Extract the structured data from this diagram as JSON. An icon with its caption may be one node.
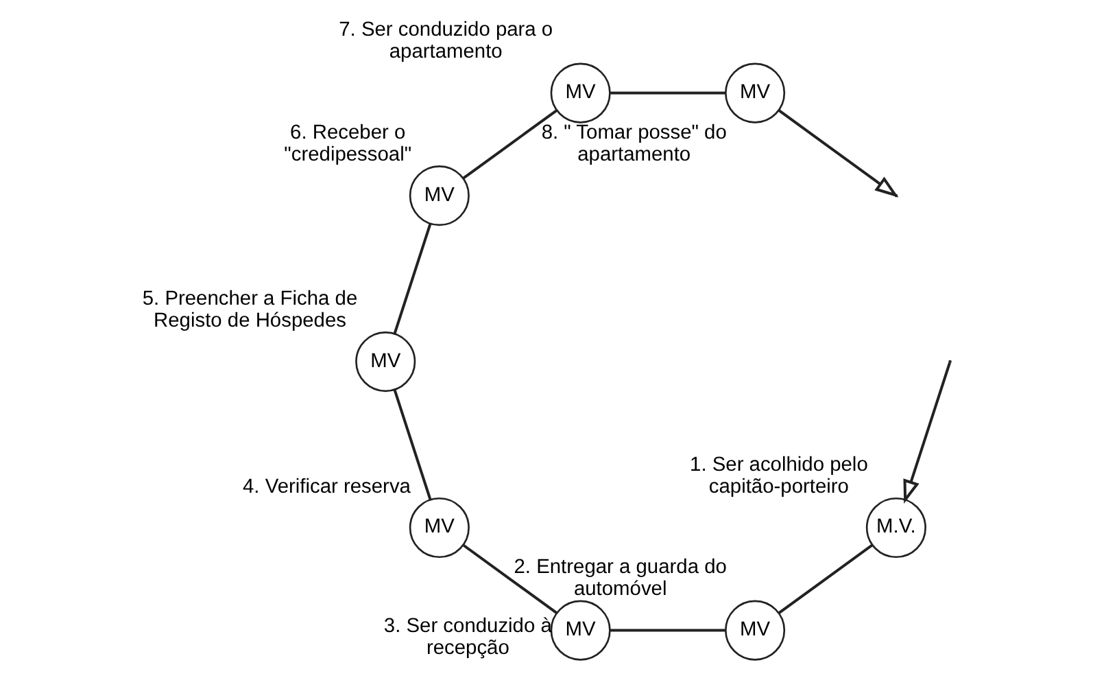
{
  "diagram": {
    "nodes": [
      {
        "text": [
          "M.V."
        ],
        "beside": [
          "1. Ser acolhido pelo capitão-porteiro"
        ]
      },
      {
        "text": [
          "MV"
        ],
        "beside": [
          "2. Entregar a guarda do automóvel"
        ]
      },
      {
        "text": [
          "MV"
        ],
        "beside": [
          "3. Ser conduzido à recepção"
        ]
      },
      {
        "text": [
          "MV"
        ],
        "beside": [
          "4. Verificar reserva"
        ]
      },
      {
        "text": [
          "MV"
        ],
        "beside": [
          "5. Preencher a Ficha de Registo de Hóspedes"
        ]
      },
      {
        "text": [
          "MV"
        ],
        "beside": [
          "6. Receber o \"credipessoal\""
        ]
      },
      {
        "text": [
          "MV"
        ],
        "beside": [
          "7. Ser conduzido para o apartamento"
        ]
      },
      {
        "text": [
          "MV"
        ],
        "beside": [
          "8. \" Tomar posse\" do apartamento"
        ]
      }
    ],
    "edges": [
      {
        "from": null,
        "to": 0,
        "arrow": "to"
      },
      {
        "from": 0,
        "to": 1,
        "arrow": "none"
      },
      {
        "from": 1,
        "to": 2,
        "arrow": "none"
      },
      {
        "from": 2,
        "to": 3,
        "arrow": "none"
      },
      {
        "from": 3,
        "to": 4,
        "arrow": "none"
      },
      {
        "from": 4,
        "to": 5,
        "arrow": "none"
      },
      {
        "from": 5,
        "to": 6,
        "arrow": "none"
      },
      {
        "from": 6,
        "to": 7,
        "arrow": "none"
      },
      {
        "from": 7,
        "to": null,
        "arrow": "to"
      }
    ]
  }
}
